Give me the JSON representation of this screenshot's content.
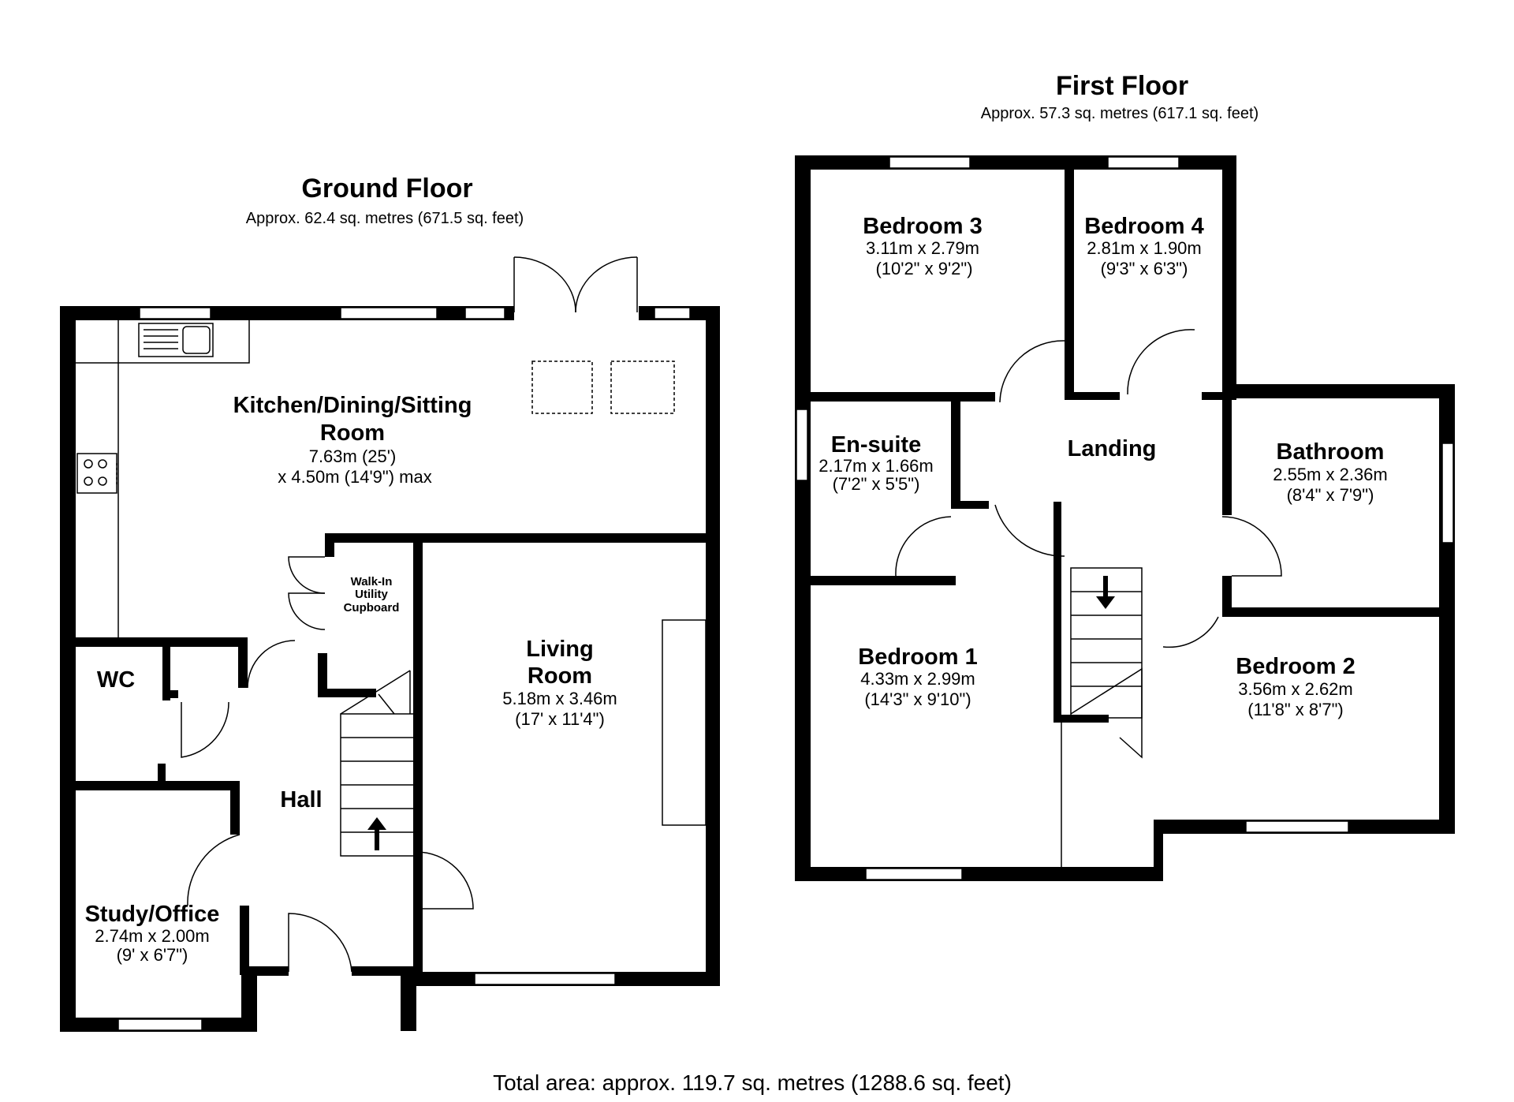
{
  "ground_floor": {
    "title": "Ground Floor",
    "area": "Approx. 62.4 sq. metres (671.5 sq. feet)",
    "rooms": {
      "kitchen": {
        "name_line1": "Kitchen/Dining/Sitting",
        "name_line2": "Room",
        "dim_line1": "7.63m (25')",
        "dim_line2": "x 4.50m (14'9\") max"
      },
      "utility": {
        "line1": "Walk-In",
        "line2": "Utility",
        "line3": "Cupboard"
      },
      "living": {
        "name_line1": "Living",
        "name_line2": "Room",
        "dim_line1": "5.18m x 3.46m",
        "dim_line2": "(17' x 11'4\")"
      },
      "wc": {
        "name": "WC"
      },
      "hall": {
        "name": "Hall"
      },
      "study": {
        "name": "Study/Office",
        "dim_line1": "2.74m x 2.00m",
        "dim_line2": "(9' x 6'7\")"
      }
    }
  },
  "first_floor": {
    "title": "First Floor",
    "area": "Approx. 57.3 sq. metres (617.1 sq. feet)",
    "rooms": {
      "bedroom3": {
        "name": "Bedroom 3",
        "dim_line1": "3.11m x 2.79m",
        "dim_line2": "(10'2\" x 9'2\")"
      },
      "bedroom4": {
        "name": "Bedroom 4",
        "dim_line1": "2.81m x 1.90m",
        "dim_line2": "(9'3\" x 6'3\")"
      },
      "ensuite": {
        "name": "En-suite",
        "dim_line1": "2.17m x 1.66m",
        "dim_line2": "(7'2\" x 5'5\")"
      },
      "landing": {
        "name": "Landing"
      },
      "bathroom": {
        "name": "Bathroom",
        "dim_line1": "2.55m x 2.36m",
        "dim_line2": "(8'4\" x 7'9\")"
      },
      "bedroom1": {
        "name": "Bedroom 1",
        "dim_line1": "4.33m x 2.99m",
        "dim_line2": "(14'3\" x 9'10\")"
      },
      "bedroom2": {
        "name": "Bedroom 2",
        "dim_line1": "3.56m x 2.62m",
        "dim_line2": "(11'8\" x 8'7\")"
      }
    }
  },
  "total_area": "Total area: approx. 119.7 sq. metres (1288.6 sq. feet)",
  "colors": {
    "wall": "#000000",
    "background": "#ffffff"
  }
}
